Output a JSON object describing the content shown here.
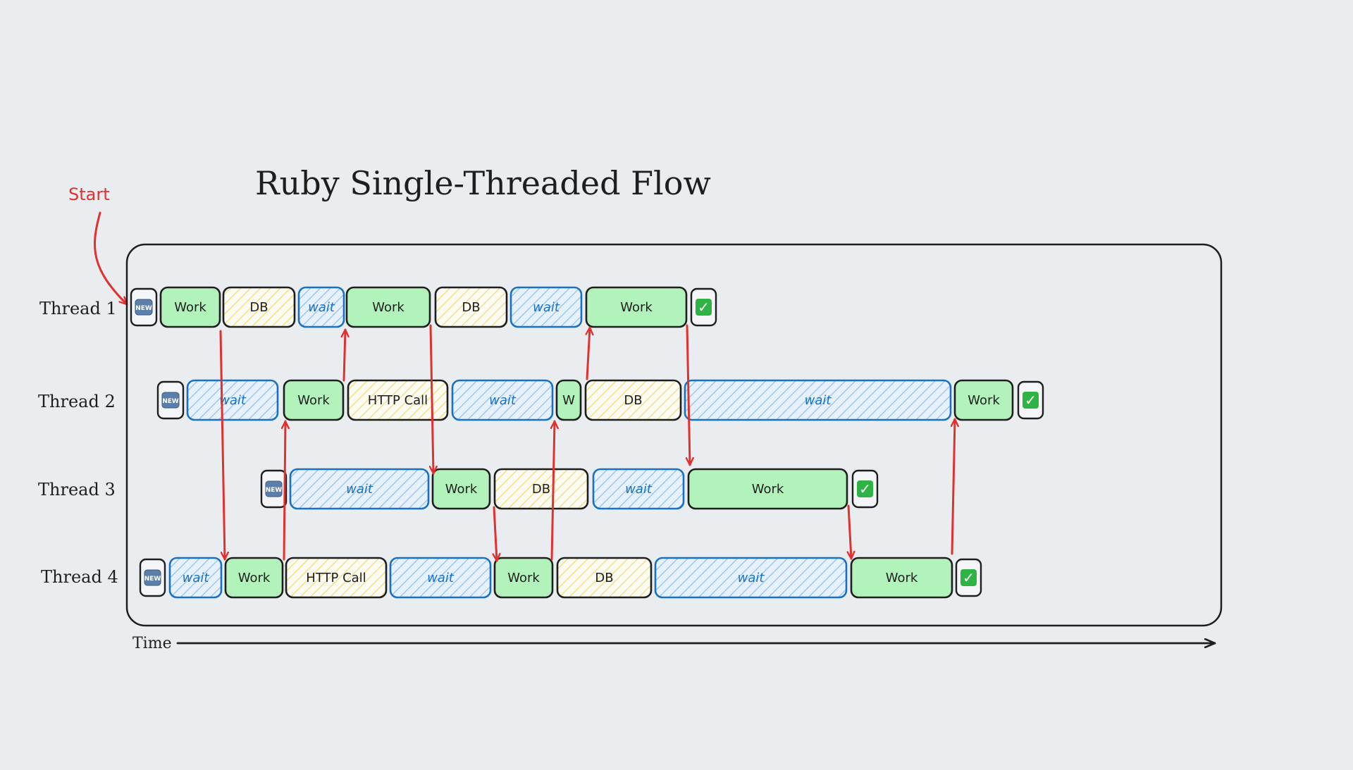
{
  "diagram": {
    "title": "Ruby Single-Threaded Flow",
    "start_label": "Start",
    "time_label": "Time",
    "new_badge": "NEW",
    "done_mark": "✓",
    "colors": {
      "work": "#b2f2bb",
      "io": "#fff3bf",
      "wait": "#a5d8ff",
      "wait_stroke": "#1971c2",
      "stroke": "#1e1e1e",
      "arrow": "#e03131",
      "done": "#2fb344"
    },
    "threads": [
      {
        "label": "Thread 1",
        "segments": [
          {
            "type": "new"
          },
          {
            "type": "work",
            "label": "Work"
          },
          {
            "type": "io",
            "label": "DB"
          },
          {
            "type": "wait",
            "label": "wait"
          },
          {
            "type": "work",
            "label": "Work"
          },
          {
            "type": "io",
            "label": "DB"
          },
          {
            "type": "wait",
            "label": "wait"
          },
          {
            "type": "work",
            "label": "Work"
          },
          {
            "type": "done"
          }
        ]
      },
      {
        "label": "Thread 2",
        "segments": [
          {
            "type": "new"
          },
          {
            "type": "wait",
            "label": "wait"
          },
          {
            "type": "work",
            "label": "Work"
          },
          {
            "type": "io",
            "label": "HTTP Call"
          },
          {
            "type": "wait",
            "label": "wait"
          },
          {
            "type": "work",
            "label": "W"
          },
          {
            "type": "io",
            "label": "DB"
          },
          {
            "type": "wait",
            "label": "wait"
          },
          {
            "type": "work",
            "label": "Work"
          },
          {
            "type": "done"
          }
        ]
      },
      {
        "label": "Thread 3",
        "segments": [
          {
            "type": "new"
          },
          {
            "type": "wait",
            "label": "wait"
          },
          {
            "type": "work",
            "label": "Work"
          },
          {
            "type": "io",
            "label": "DB"
          },
          {
            "type": "wait",
            "label": "wait"
          },
          {
            "type": "work",
            "label": "Work"
          },
          {
            "type": "done"
          }
        ]
      },
      {
        "label": "Thread 4",
        "segments": [
          {
            "type": "new"
          },
          {
            "type": "wait",
            "label": "wait"
          },
          {
            "type": "work",
            "label": "Work"
          },
          {
            "type": "io",
            "label": "HTTP Call"
          },
          {
            "type": "wait",
            "label": "wait"
          },
          {
            "type": "work",
            "label": "Work"
          },
          {
            "type": "io",
            "label": "DB"
          },
          {
            "type": "wait",
            "label": "wait"
          },
          {
            "type": "work",
            "label": "Work"
          },
          {
            "type": "done"
          }
        ]
      }
    ],
    "handoffs": [
      {
        "from_thread": "Thread 1",
        "to_thread": "Thread 4"
      },
      {
        "from_thread": "Thread 4",
        "to_thread": "Thread 2"
      },
      {
        "from_thread": "Thread 2",
        "to_thread": "Thread 1"
      },
      {
        "from_thread": "Thread 1",
        "to_thread": "Thread 3"
      },
      {
        "from_thread": "Thread 3",
        "to_thread": "Thread 4"
      },
      {
        "from_thread": "Thread 4",
        "to_thread": "Thread 2"
      },
      {
        "from_thread": "Thread 2",
        "to_thread": "Thread 1"
      },
      {
        "from_thread": "Thread 1",
        "to_thread": "Thread 3"
      },
      {
        "from_thread": "Thread 3",
        "to_thread": "Thread 4"
      },
      {
        "from_thread": "Thread 4",
        "to_thread": "Thread 2"
      }
    ]
  }
}
